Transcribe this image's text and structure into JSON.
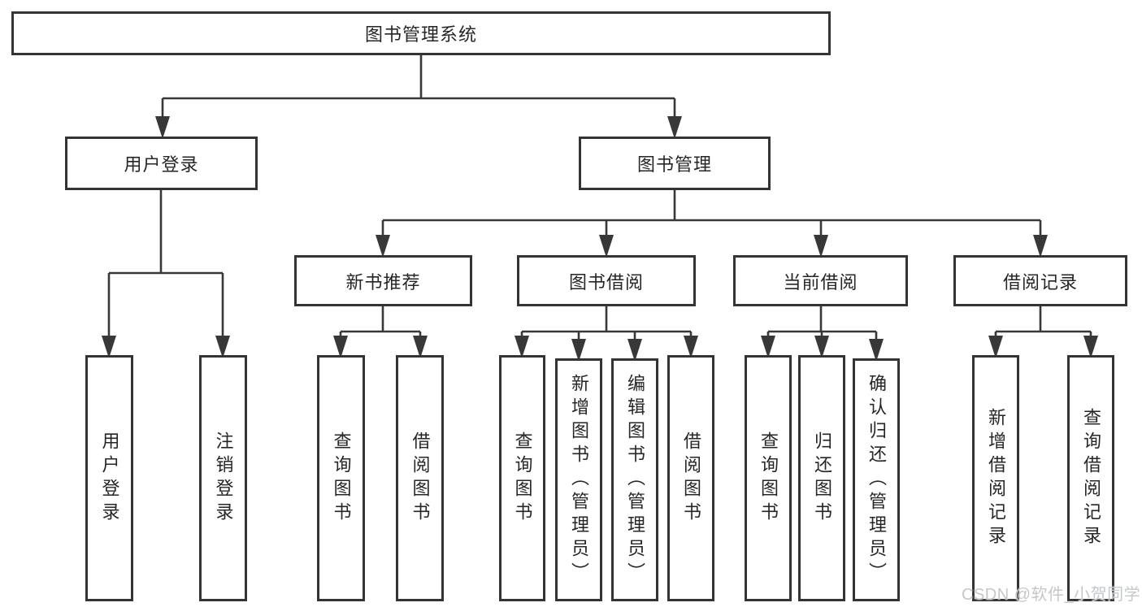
{
  "diagram": {
    "root": {
      "label": "图书管理系统"
    },
    "branches": [
      {
        "label": "用户登录",
        "children": [
          {
            "label": "用户登录"
          },
          {
            "label": "注销登录"
          }
        ]
      },
      {
        "label": "图书管理",
        "sections": [
          {
            "label": "新书推荐",
            "children": [
              {
                "label": "查询图书"
              },
              {
                "label": "借阅图书"
              }
            ]
          },
          {
            "label": "图书借阅",
            "children": [
              {
                "label": "查询图书"
              },
              {
                "label": "新增图书（管理员）"
              },
              {
                "label": "编辑图书（管理员）"
              },
              {
                "label": "借阅图书"
              }
            ]
          },
          {
            "label": "当前借阅",
            "children": [
              {
                "label": "查询图书"
              },
              {
                "label": "归还图书"
              },
              {
                "label": "确认归还（管理员）"
              }
            ]
          },
          {
            "label": "借阅记录",
            "children": [
              {
                "label": "新增借阅记录"
              },
              {
                "label": "查询借阅记录"
              }
            ]
          }
        ]
      }
    ]
  },
  "watermark": {
    "text": "CSDN @软件_小贺同学"
  },
  "colors": {
    "line": "#383838",
    "box_border": "#343434",
    "text": "#262626",
    "background": "#ffffff",
    "watermark": "#c5c8cb"
  }
}
